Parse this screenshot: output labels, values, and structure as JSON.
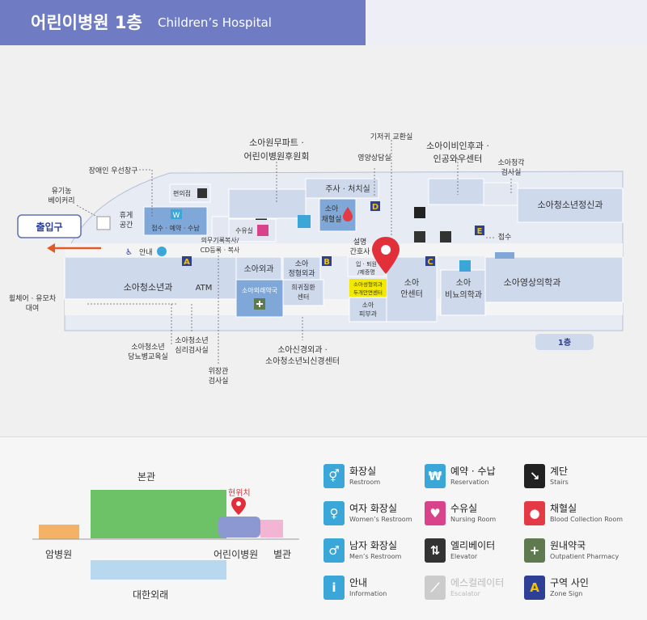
{
  "header": {
    "title_ko": "어린이병원 1층",
    "title_en": "Children’s Hospital"
  },
  "colors": {
    "header_bar": "#6f7cc4",
    "room": "#cfd9ec",
    "room_dark": "#7fa8d8",
    "corridor": "#f2f2f2",
    "zone_sign": "#2e3f96",
    "zone_letter": "#f2c400",
    "marker": "#e2303b",
    "highlight": "#f2e800"
  },
  "map": {
    "exit_label": "출입구",
    "rooms": {
      "adolescent_psychiatry": "소아청소년정신과",
      "adolescent_medicine": "소아청소년과",
      "pediatric_surgery": "소아외과",
      "pediatric_orthopedics_l1": "소아",
      "pediatric_orthopedics_l2": "정형외과",
      "rare_disease_l1": "희귀질환",
      "rare_disease_l2": "센터",
      "outpatient_pharmacy": "소아외래약국",
      "blood_collection_l1": "소아",
      "blood_collection_l2": "채혈실",
      "injection": "주사 · 처치실",
      "nursing_room": "수유실",
      "cafe_label": "편의점",
      "rest_area_l1": "휴게",
      "rest_area_l2": "공간",
      "reception": "접수 · 예약 · 수납",
      "info": "안내",
      "atm": "ATM",
      "eye_center_l1": "소아",
      "eye_center_l2": "안센터",
      "urology_l1": "소아",
      "urology_l2": "비뇨의학과",
      "radiology": "소아영상의학과",
      "reception2": "접수",
      "dermatology_l1": "소아",
      "dermatology_l2": "피부과",
      "admission_l1": "입 · 퇴원",
      "admission_l2": "/제증명",
      "plastic_l1": "소아성형외과",
      "plastic_l2": "두개안면센터",
      "nurse_l1": "설명",
      "nurse_l2": "간호사"
    },
    "callouts": {
      "stroller_l1": "유기농",
      "stroller_l2": "베이커리",
      "disabled_window": "장애인 우선창구",
      "donation_l1": "소아원무파트 ·",
      "donation_l2": "어린이병원후원회",
      "diaper": "기저귀 교환실",
      "nutrition": "영양상담실",
      "ent_l1": "소아이비인후과 ·",
      "ent_l2": "인공와우센터",
      "hearing_l1": "소아청각",
      "hearing_l2": "검사실",
      "records_l1": "의무기록복사/",
      "records_l2": "CD등록 · 복사",
      "wheelchair_l1": "휠체어 · 유모차",
      "wheelchair_l2": "대여",
      "diabetes_l1": "소아청소년",
      "diabetes_l2": "당뇨병교육실",
      "psych_test_l1": "소아청소년",
      "psych_test_l2": "심리검사실",
      "endoscopy_l1": "위장관",
      "endoscopy_l2": "검사실",
      "neuro_l1": "소아신경외과 ·",
      "neuro_l2": "소아청소년뇌신경센터"
    },
    "zones": [
      "A",
      "B",
      "C",
      "D",
      "E"
    ],
    "floor_badge": "1층"
  },
  "overview": {
    "main_building": "본관",
    "cancer_hospital": "암병원",
    "childrens_hospital": "어린이병원",
    "annex": "별관",
    "daehan": "대한외래",
    "current_location": "현위치"
  },
  "legend": [
    {
      "icon": "restroom-icon",
      "ko": "화장실",
      "en": "Restroom",
      "color": "#3aa7d8"
    },
    {
      "icon": "womens-restroom-icon",
      "ko": "여자 화장실",
      "en": "Women’s Restroom",
      "color": "#3aa7d8"
    },
    {
      "icon": "mens-restroom-icon",
      "ko": "남자 화장실",
      "en": "Men’s Restroom",
      "color": "#3aa7d8"
    },
    {
      "icon": "information-icon",
      "ko": "안내",
      "en": "Information",
      "color": "#3aa7d8"
    },
    {
      "icon": "reservation-icon",
      "ko": "예약 · 수납",
      "en": "Reservation",
      "color": "#3aa7d8"
    },
    {
      "icon": "nursing-room-icon",
      "ko": "수유실",
      "en": "Nursing Room",
      "color": "#d9438c"
    },
    {
      "icon": "elevator-icon",
      "ko": "엘리베이터",
      "en": "Elevator",
      "color": "#333333"
    },
    {
      "icon": "escalator-icon",
      "ko": "에스컬레이터",
      "en": "Escalator",
      "color": "#cccccc"
    },
    {
      "icon": "stairs-icon",
      "ko": "계단",
      "en": "Stairs",
      "color": "#222222"
    },
    {
      "icon": "blood-collection-icon",
      "ko": "채혈실",
      "en": "Blood Collection Room",
      "color": "#e43a45"
    },
    {
      "icon": "outpatient-pharmacy-icon",
      "ko": "원내약국",
      "en": "Outpatient Pharmacy",
      "color": "#5f7a4e"
    },
    {
      "icon": "zone-sign-icon",
      "ko": "구역 사인",
      "en": "Zone Sign",
      "color": "#2e3f96"
    }
  ]
}
